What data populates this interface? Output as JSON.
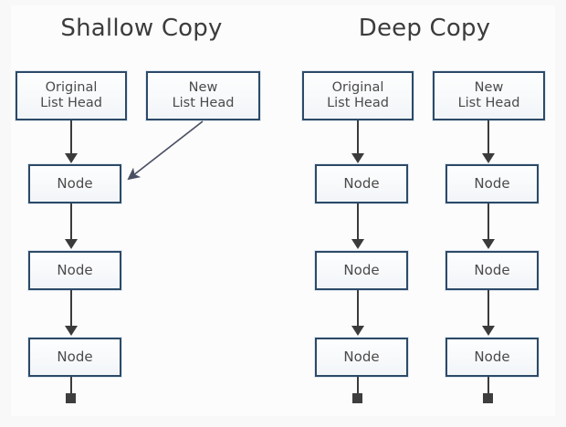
{
  "figure": {
    "background_color": "#f8f8f8",
    "plate_color": "#fcfcfc",
    "box_border_color": "#2d4a68",
    "box_fill_color": "#f7fafc",
    "connector_color": "#3b3b3b",
    "terminator_color": "#3e3e3e",
    "title_color": "#3c3c3c"
  },
  "panels": [
    {
      "id": "shallow",
      "title": "Shallow Copy",
      "columns": [
        {
          "id": "shallow-original",
          "head": "Original\nList Head",
          "nodes": [
            "Node",
            "Node",
            "Node"
          ],
          "terminator": "square"
        },
        {
          "id": "shallow-new",
          "head": "New\nList Head",
          "nodes": [],
          "terminator": "none"
        }
      ],
      "cross_link": {
        "from": "shallow-new-head",
        "to": "shallow-original-node-1",
        "style": "diagonal-arrow"
      }
    },
    {
      "id": "deep",
      "title": "Deep Copy",
      "columns": [
        {
          "id": "deep-original",
          "head": "Original\nList Head",
          "nodes": [
            "Node",
            "Node",
            "Node"
          ],
          "terminator": "square"
        },
        {
          "id": "deep-new",
          "head": "New\nList Head",
          "nodes": [
            "Node",
            "Node",
            "Node"
          ],
          "terminator": "square"
        }
      ],
      "cross_link": null
    }
  ],
  "labels": {
    "node": "Node",
    "original_head": "Original\nList Head",
    "new_head": "New\nList Head",
    "shallow_title": "Shallow Copy",
    "deep_title": "Deep Copy"
  }
}
